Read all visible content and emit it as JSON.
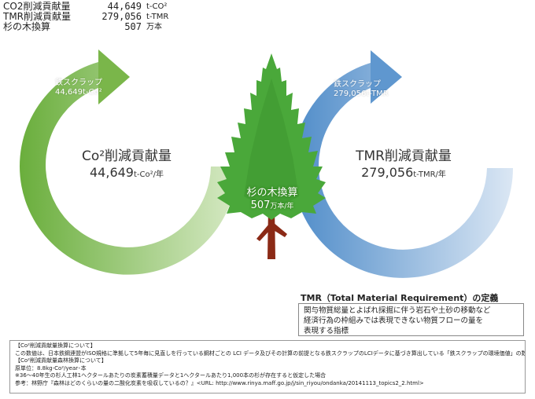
{
  "summary": {
    "rows": [
      {
        "label": "CO2削減貢献量",
        "value": "44,649",
        "unit": "t-CO²"
      },
      {
        "label": "TMR削減貢献量",
        "value": "279,056",
        "unit": "t-TMR"
      },
      {
        "label": "杉の木換算",
        "value": "507",
        "unit": "万本"
      }
    ]
  },
  "left_circle": {
    "arrow_label_1": "鉄スクラップ",
    "arrow_label_2": "44,649t-Co²",
    "title": "Co²削減貢献量",
    "value": "44,649",
    "unit": "t-Co²/年",
    "color": "#7cb84e"
  },
  "right_circle": {
    "arrow_label_1": "鉄スクラップ",
    "arrow_label_2": "279,056t-TMR",
    "title": "TMR削減貢献量",
    "value": "279,056",
    "unit": "t-TMR/年",
    "color": "#5b94cf"
  },
  "tree": {
    "title": "杉の木換算",
    "value": "507",
    "unit": "万本/年",
    "color": "#4aa83a"
  },
  "tmr_definition": {
    "title": "TMR（Total Material Requirement）の定義",
    "lines": [
      "関与物質総量とよばれ採掘に伴う岩石や土砂の移動など",
      "経済行為の枠組みでは表現できない物質フローの量を",
      "表現する指標"
    ]
  },
  "notes": {
    "lines": [
      "【Co²削減貢献量換算について】",
      "この数値は、日本鉄鋼連盟がISO規格に準拠して5年毎に見直しを行っている鋼材ごとの LCI データ及びその計算の前提となる鉄スクラップのLCIデータに基づき算出している「鉄スクラップの環境価値」の数値。",
      "【Co²削減貢献量森林換算について】",
      "原単位：8.8kg-Co²/year･本",
      "※36～40年生の杉人工林1ヘクタールあたりの炭素蓄積量データと1ヘクタールあたり1,000本の杉が存在すると仮定した場合",
      "参考：林野庁『森林はどのくらいの量の二酸化炭素を吸収しているの？』<URL: http://www.rinya.maff.go.jp/j/sin_riyou/ondanka/20141113_topics2_2.html>"
    ]
  }
}
